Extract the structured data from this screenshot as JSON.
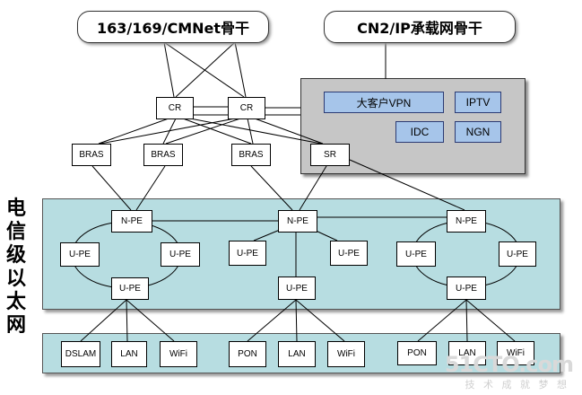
{
  "backbones": {
    "left": "163/169/CMNet骨干",
    "right": "CN2/IP承载网骨干"
  },
  "services": {
    "vpn": "大客户VPN",
    "iptv": "IPTV",
    "idc": "IDC",
    "ngn": "NGN"
  },
  "core": {
    "cr": "CR",
    "bras": "BRAS",
    "sr": "SR"
  },
  "metro": {
    "side_label": [
      "电",
      "信",
      "级",
      "以",
      "太",
      "网"
    ],
    "npe": "N-PE",
    "upe": "U-PE"
  },
  "access": {
    "dslam": "DSLAM",
    "lan": "LAN",
    "wifi": "WiFi",
    "pon": "PON"
  },
  "watermark": {
    "logo": "51CTO.com",
    "tagline": "技 术 成 就 梦 想"
  },
  "colors": {
    "gray_panel": "#c6c6c6",
    "teal_panel": "#b7dde1",
    "service_box": "#a6c5ea"
  }
}
